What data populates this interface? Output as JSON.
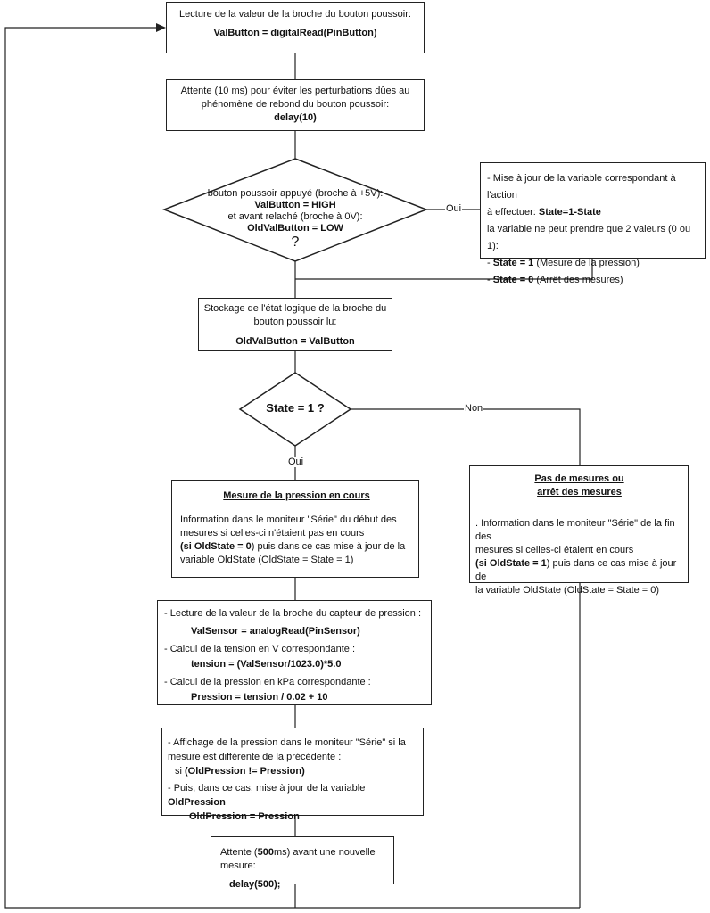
{
  "box1": {
    "line1": "Lecture de la valeur de la broche du bouton poussoir:",
    "code": "ValButton = digitalRead(PinButton)"
  },
  "box2": {
    "line1": "Attente (10 ms) pour éviter les perturbations dûes au",
    "line2": "phénomène de rebond du bouton poussoir:",
    "code": "delay(10)"
  },
  "decision1": {
    "line1": "bouton poussoir appuyé (broche à +5V):",
    "line2": "ValButton = HIGH",
    "line3": "et avant relaché (broche à 0V):",
    "line4": "OldValButton = LOW",
    "q": "?"
  },
  "label_oui1": "Oui",
  "box_state": {
    "line1": "- Mise à jour de la variable correspondant à l'action",
    "line2_pre": "à effectuer: ",
    "line2_code": "State=1-State",
    "line3": "la variable ne peut prendre que 2 valeurs (0 ou 1):",
    "line4_pre": "- ",
    "line4_code": "State = 1",
    "line4_post": " (Mesure de la ",
    "line4_word": "pression",
    "line4_end": ")",
    "line5_pre": "- ",
    "line5_code": "State = 0",
    "line5_post": " (Arrêt des mesures)"
  },
  "box3": {
    "line1": "Stockage de l'état logique de la broche du",
    "line2": "bouton poussoir lu:",
    "code": "OldValButton = ValButton"
  },
  "decision2": {
    "text": "State = 1 ?"
  },
  "label_non": "Non",
  "label_oui2": "Oui",
  "box_mesure": {
    "title": "Mesure de la pression en cours",
    "line1": "Information dans le moniteur \"Série\" du début des",
    "line2": "mesures si celles-ci n'étaient pas en cours",
    "line3_code": "(si OldState = 0",
    "line3_post": ")  puis dans ce cas mise à jour de la",
    "line4": "variable OldState (OldState = State = 1)"
  },
  "box_arret": {
    "title1": "Pas de mesures ou",
    "title2": "arrêt des mesures",
    "line1": ". Information dans le moniteur \"Série\" de la fin des",
    "line2": "mesures si celles-ci étaient en cours",
    "line3_code": "(si OldState = 1",
    "line3_post": ")  puis dans ce cas mise à jour de",
    "line4": "la variable OldState (OldState = State = 0)"
  },
  "box_sensor": {
    "line1": "- Lecture de la valeur de la broche du capteur de pression :",
    "code1": "ValSensor = analogRead(PinSensor)",
    "line2": "- Calcul de la tension en V correspondante :",
    "code2": "tension = (ValSensor/1023.0)*5.0",
    "line3": "- Calcul de la pression en kPa correspondante :",
    "code3": "Pression = tension / 0.02 + 10"
  },
  "box_affichage": {
    "line1": "- Affichage de la pression dans le moniteur \"Série\" si la",
    "line2": "mesure est différente de la précédente :",
    "line3_pre": "si  ",
    "line3_code": "(OldPression != Pression)",
    "line4_pre": "- Puis, dans ce cas, mise à jour de la variable  ",
    "line4_code": "OldPression",
    "code": "OldPression = Pression"
  },
  "box_delay": {
    "line1_pre": "Attente (",
    "line1_code": "500",
    "line1_post": "ms) avant une nouvelle mesure:",
    "code": "delay(500);"
  }
}
